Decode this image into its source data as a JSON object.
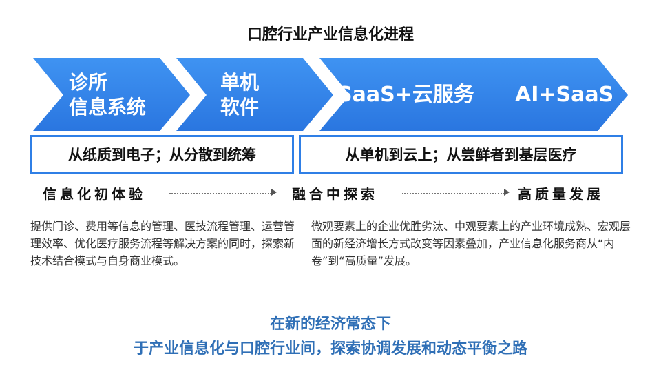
{
  "title": "口腔行业产业信息化进程",
  "stages": [
    {
      "line1": "诊所",
      "line2": "信息系统"
    },
    {
      "line1": "单机",
      "line2": "软件"
    },
    {
      "line1": "SaaS+云服务"
    },
    {
      "line1": "AI+SaaS"
    }
  ],
  "summaries": [
    "从纸质到电子；从分散到统筹",
    "从单机到云上；从尝鲜者到基层医疗"
  ],
  "phases": [
    "信息化初体验",
    "融合中探索",
    "高质量发展"
  ],
  "descriptions": [
    "提供门诊、费用等信息的管理、医技流程管理、运营管理效率、优化医疗服务流程等解决方案的同时，探索新技术结合模式与自身商业模式。",
    "微观要素上的企业优胜劣汰、中观要素上的产业环境成熟、宏观层面的新经济增长方式改变等因素叠加，产业信息化服务商从“内卷”到“高质量”发展。"
  ],
  "footer": {
    "line1": "在新的经济常态下",
    "line2": "于产业信息化与口腔行业间，探索协调发展和动态平衡之路"
  },
  "colors": {
    "accent": "#2f7fe6",
    "accent_light": "#3d8ef0",
    "footer": "#2f6fb6"
  }
}
